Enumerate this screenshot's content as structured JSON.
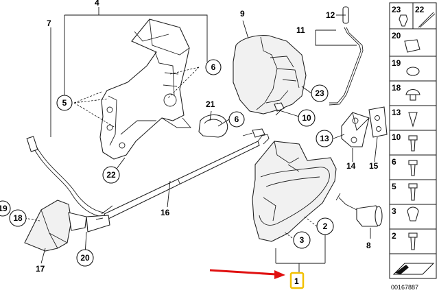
{
  "diagram": {
    "labels": {
      "l1": "1",
      "l2": "2",
      "l3": "3",
      "l4": "4",
      "l5": "5",
      "l6a": "6",
      "l6b": "6",
      "l7": "7",
      "l8": "8",
      "l9": "9",
      "l10": "10",
      "l11": "11",
      "l12": "12",
      "l13": "13",
      "l14": "14",
      "l15": "15",
      "l16": "16",
      "l17": "17",
      "l18": "18",
      "l19": "19",
      "l20": "20",
      "l21": "21",
      "l22": "22",
      "l23": "23"
    },
    "sidebar": {
      "cells": [
        "23",
        "22",
        "20",
        "19",
        "18",
        "13",
        "10",
        "6",
        "5",
        "3",
        "2"
      ]
    },
    "catalog_code": "00167887",
    "highlight_color": "#f2c000",
    "arrow_color": "#e01010"
  }
}
